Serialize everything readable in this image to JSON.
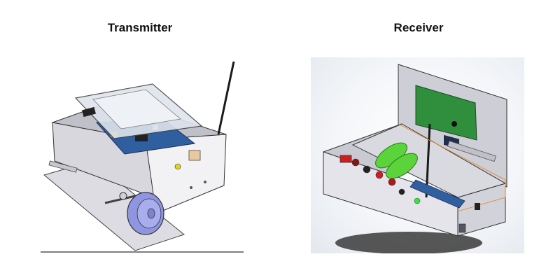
{
  "transmitter": {
    "title": "Transmitter",
    "render_icon": "cad-transmitter-enclosure"
  },
  "receiver": {
    "title": "Receiver",
    "render_icon": "cad-receiver-enclosure"
  },
  "colors": {
    "enclosure": "#e9e9ee",
    "pcb_blue": "#2f5f9e",
    "battery_green": "#5ad43a",
    "lcd_green": "#2f8f3c",
    "wheel_blue": "#8f95e0",
    "knob_red": "#d01e1e"
  }
}
